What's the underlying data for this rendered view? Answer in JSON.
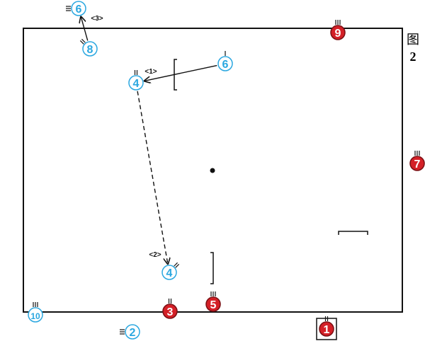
{
  "figure_label": {
    "char": "图",
    "number": "2"
  },
  "colors": {
    "blue_team": "#2aa7e0",
    "red_team": "#d42027",
    "line": "#111111"
  },
  "players": [
    {
      "id": "blue-6-top",
      "team": "blue",
      "number": "6",
      "orientation": "left",
      "marks": 3
    },
    {
      "id": "blue-8",
      "team": "blue",
      "number": "8",
      "orientation": "up-left",
      "marks": 2
    },
    {
      "id": "blue-4-top",
      "team": "blue",
      "number": "4",
      "orientation": "up",
      "marks": 2
    },
    {
      "id": "blue-6-right",
      "team": "blue",
      "number": "6",
      "orientation": "up",
      "marks": 1
    },
    {
      "id": "blue-4-bottom",
      "team": "blue",
      "number": "4",
      "orientation": "up-right",
      "marks": 2
    },
    {
      "id": "blue-10",
      "team": "blue",
      "number": "10",
      "orientation": "up",
      "marks": 3
    },
    {
      "id": "blue-2",
      "team": "blue",
      "number": "2",
      "orientation": "left",
      "marks": 3
    },
    {
      "id": "red-9",
      "team": "red",
      "number": "9",
      "orientation": "up",
      "marks": 3
    },
    {
      "id": "red-7",
      "team": "red",
      "number": "7",
      "orientation": "up",
      "marks": 3
    },
    {
      "id": "red-3",
      "team": "red",
      "number": "3",
      "orientation": "up",
      "marks": 2
    },
    {
      "id": "red-5",
      "team": "red",
      "number": "5",
      "orientation": "up",
      "marks": 3
    },
    {
      "id": "red-1",
      "team": "red",
      "number": "1",
      "orientation": "up",
      "marks": 2,
      "boxed": true
    }
  ],
  "steps": [
    {
      "id": "step-1",
      "label": "<1>",
      "from": "blue-6-right",
      "to": "blue-4-top",
      "style": "solid"
    },
    {
      "id": "step-2",
      "label": "<2>",
      "from": "blue-4-top",
      "to": "blue-4-bottom",
      "style": "dashed"
    },
    {
      "id": "step-3",
      "label": "<3>",
      "from": "blue-8",
      "to": "blue-6-top",
      "style": "solid"
    }
  ]
}
